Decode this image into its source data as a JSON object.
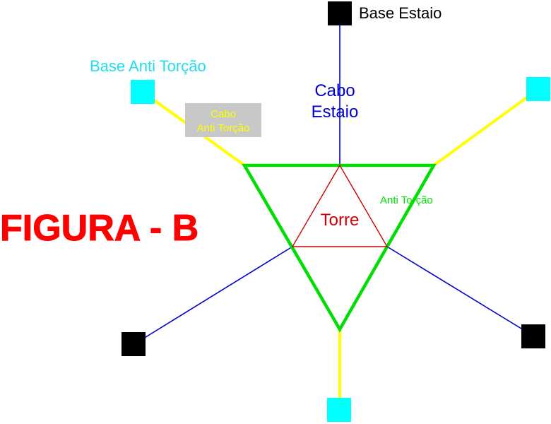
{
  "figure": {
    "title": "FIGURA - B",
    "title_color": "#ff0000"
  },
  "labels": {
    "base_estaio": "Base Estaio",
    "base_anti_torcao": "Base Anti Torção",
    "cabo_estaio_line1": "Cabo",
    "cabo_estaio_line2": "Estaio",
    "cabo_anti_torcao_line1": "Cabo",
    "cabo_anti_torcao_line2": "Anti Torção",
    "anti_torcao": "Anti Torção",
    "torre": "Torre"
  },
  "colors": {
    "guy_cable": "#0000cc",
    "anti_torsion_cable": "#ffff00",
    "anti_torsion_frame": "#00dd00",
    "tower": "#cc0000",
    "guy_base": "#000000",
    "anti_torsion_base": "#00ffff",
    "base_anti_torcao_label": "#22ddee",
    "cabo_label_box": "#c8c8c8",
    "cabo_label_text": "#ffff00"
  }
}
